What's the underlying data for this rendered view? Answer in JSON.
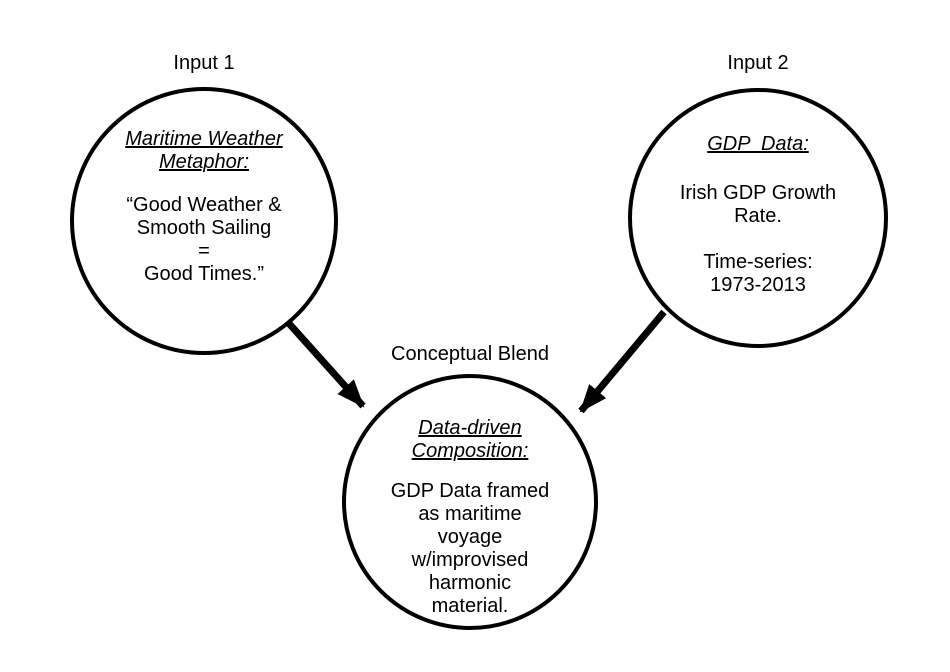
{
  "colors": {
    "ink": "#000000",
    "background": "#ffffff"
  },
  "nodes": {
    "input1": {
      "label": "Input 1",
      "heading": "Maritime Weather\nMetaphor:",
      "body": "“Good Weather &\nSmooth Sailing\n=\nGood Times.”"
    },
    "input2": {
      "label": "Input 2",
      "heading": "GDP  Data:",
      "body": "Irish GDP Growth\nRate.\n\nTime-series:\n1973-2013"
    },
    "blend": {
      "label": "Conceptual Blend",
      "heading": "Data-driven\nComposition:",
      "body": "GDP Data framed\nas maritime\nvoyage\nw/improvised\nharmonic\nmaterial."
    }
  },
  "arrows": [
    {
      "name": "input1-to-blend",
      "from": "input1",
      "to": "blend"
    },
    {
      "name": "input2-to-blend",
      "from": "input2",
      "to": "blend"
    }
  ]
}
